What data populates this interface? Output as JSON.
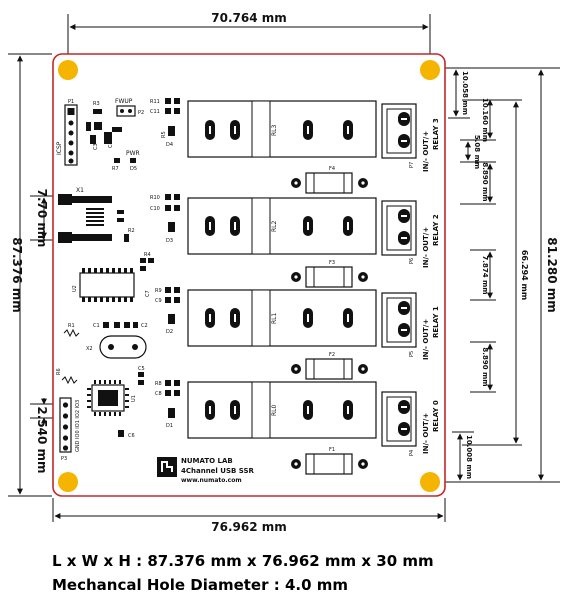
{
  "dimensions": {
    "top_width": "70.764 mm",
    "bottom_width": "76.962 mm",
    "left_height": "87.376 mm",
    "right_height": "81.280 mm",
    "dim_7_70": "7.70 mm",
    "dim_2_540": "2.540 mm",
    "dim_10_058": "10.058 mm",
    "dim_10_160": "10.160 mm",
    "dim_5_08": "5.08 mm",
    "dim_8_890_top": "8.890 mm",
    "dim_7_874": "7.874 mm",
    "dim_8_890_bottom": "8.890 mm",
    "dim_66_294": "66.294 mm",
    "dim_10_008": "10.008 mm"
  },
  "board": {
    "outline_color": "#c0282d",
    "pad_color": "#f5b400",
    "brand_name": "NUMATO LAB",
    "product_name": "4Channel USB SSR",
    "website": "www.numato.com",
    "logo_icon": "numato-logo-icon"
  },
  "labels": {
    "icsp": "ICSP",
    "fwup": "FWUP",
    "pwr": "PWR",
    "p1": "P1",
    "p2": "P2",
    "p3": "P3",
    "x1": "X1",
    "x2": "X2",
    "u1": "U1",
    "u2": "U2",
    "r1": "R1",
    "r2": "R2",
    "r3": "R3",
    "r4": "R4",
    "r5": "R5",
    "r6": "R6",
    "r7": "R7",
    "r8": "R8",
    "r9": "R9",
    "r10": "R10",
    "r11": "R11",
    "c1": "C1",
    "c2": "C2",
    "c3": "C3",
    "c4": "C4",
    "c5": "C5",
    "c6": "C6",
    "c7": "C7",
    "c8": "C8",
    "c9": "C9",
    "c10": "C10",
    "c11": "C11",
    "d1": "D1",
    "d2": "D2",
    "d3": "D3",
    "d4": "D4",
    "d5": "D5",
    "io_header": "GND IO0 IO1 IO2 IO3"
  },
  "relays": [
    {
      "id": "RL3",
      "fuse": "F4",
      "connector": "P7",
      "terminal_text": "IN/- OUT/+",
      "relay_label": "RELAY 3"
    },
    {
      "id": "RL2",
      "fuse": "F3",
      "connector": "P6",
      "terminal_text": "IN/- OUT/+",
      "relay_label": "RELAY 2"
    },
    {
      "id": "RL1",
      "fuse": "F2",
      "connector": "P5",
      "terminal_text": "IN/- OUT/+",
      "relay_label": "RELAY 1"
    },
    {
      "id": "RL0",
      "fuse": "F1",
      "connector": "P4",
      "terminal_text": "IN/- OUT/+",
      "relay_label": "RELAY 0"
    }
  ],
  "footer": {
    "dimensions_line": "L x W x H : 87.376 mm x 76.962 mm x 30 mm",
    "hole_line": "Mechancal Hole Diameter : 4.0 mm"
  }
}
